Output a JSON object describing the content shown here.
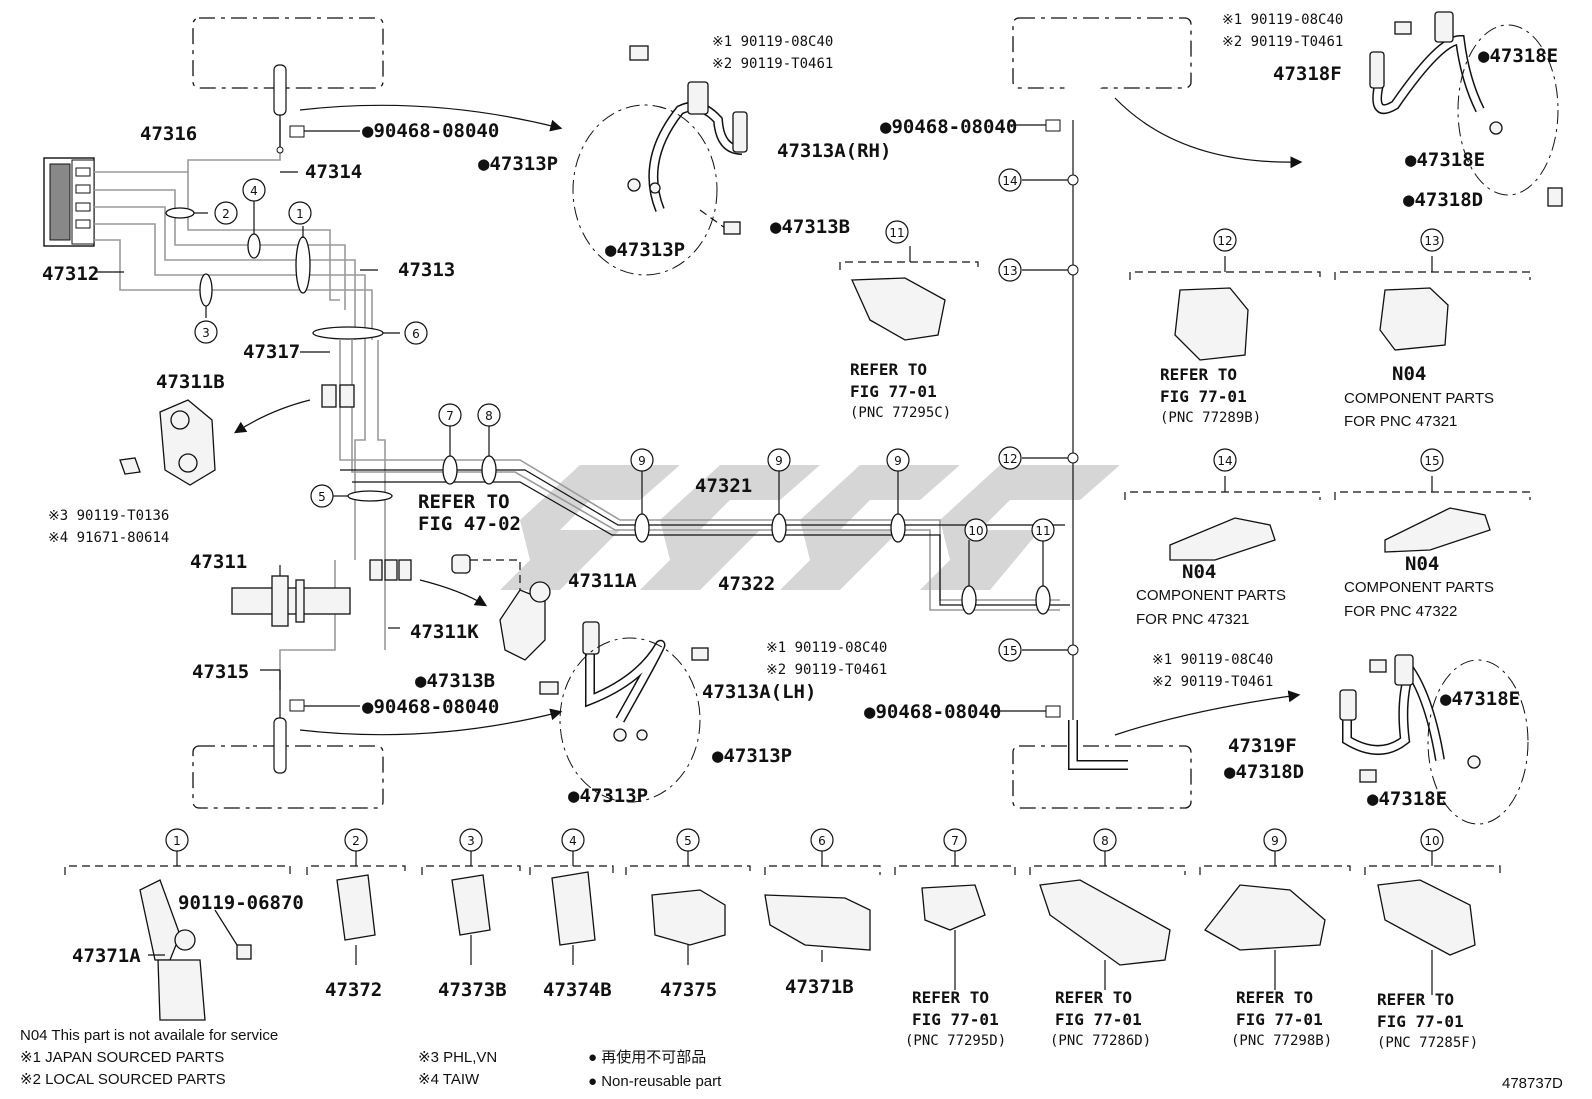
{
  "diagram_id": "478737D",
  "part_numbers": {
    "p47316": "47316",
    "p47314": "47314",
    "p47312": "47312",
    "p47313": "47313",
    "p47317": "47317",
    "p47311B": "47311B",
    "p47311": "47311",
    "p47311A": "47311A",
    "p47311K": "47311K",
    "p47315": "47315",
    "p47321": "47321",
    "p47322": "47322",
    "p47313A_RH": "47313A(RH)",
    "p47313A_LH": "47313A(LH)",
    "p47313P": "●47313P",
    "p47313B": "●47313B",
    "p47318E": "●47318E",
    "p47318D": "●47318D",
    "p47318F": "47318F",
    "p47319F": "47319F",
    "p90468": "●90468-08040",
    "p47371A": "47371A",
    "p47372": "47372",
    "p47373B": "47373B",
    "p47374B": "47374B",
    "p47375": "47375",
    "p47371B": "47371B",
    "bolt_06870": "90119-06870"
  },
  "callouts": {
    "rh_bolt_1": "※1 90119-08C40",
    "rh_bolt_2": "※2 90119-T0461",
    "tr_bolt_1": "※1 90119-08C40",
    "tr_bolt_2": "※2 90119-T0461",
    "lh_bolt_1": "※1 90119-08C40",
    "lh_bolt_2": "※2 90119-T0461",
    "br_bolt_1": "※1 90119-08C40",
    "br_bolt_2": "※2 90119-T0461",
    "b11_bolt_3": "※3 90119-T0136",
    "b11_bolt_4": "※4 91671-80614"
  },
  "references": {
    "refer_to": "REFER TO",
    "fig_47_02": "FIG 47-02",
    "fig_77_01": "FIG 77-01",
    "pnc_77295C": "(PNC 77295C)",
    "pnc_77289B": "(PNC 77289B)",
    "pnc_77295D": "(PNC 77295D)",
    "pnc_77286D": "(PNC 77286D)",
    "pnc_77298B": "(PNC 77298B)",
    "pnc_77285F": "(PNC 77285F)",
    "n04": "N04",
    "component_parts": "COMPONENT PARTS",
    "for_47321": "FOR PNC 47321",
    "for_47322": "FOR PNC 47322"
  },
  "circle_numbers": [
    "1",
    "2",
    "3",
    "4",
    "5",
    "6",
    "7",
    "8",
    "9",
    "10",
    "11",
    "12",
    "13",
    "14",
    "15"
  ],
  "legend": {
    "n04_note": "N04  This part is not availale for service",
    "note1": "※1 JAPAN SOURCED PARTS",
    "note2": "※2 LOCAL SOURCED PARTS",
    "note3": "※3 PHL,VN",
    "note4": "※4 TAIW",
    "jp_note": "● 再使用不可部品",
    "en_note": "● Non-reusable part"
  }
}
